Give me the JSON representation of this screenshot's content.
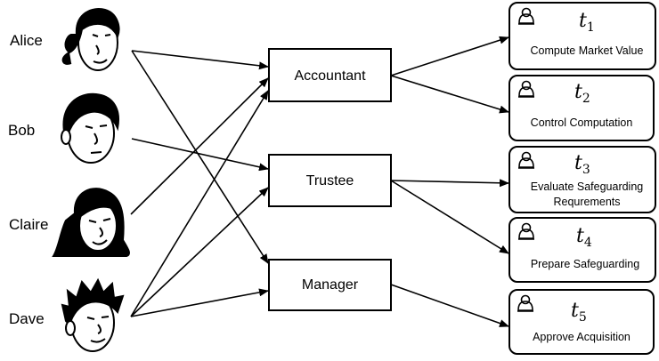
{
  "people": [
    {
      "name": "Alice"
    },
    {
      "name": "Bob"
    },
    {
      "name": "Claire"
    },
    {
      "name": "Dave"
    }
  ],
  "roles": [
    {
      "name": "Accountant"
    },
    {
      "name": "Trustee"
    },
    {
      "name": "Manager"
    }
  ],
  "tasks": [
    {
      "id_letter": "t",
      "id_sub": "1",
      "label_lines": [
        "Compute Market Value"
      ]
    },
    {
      "id_letter": "t",
      "id_sub": "2",
      "label_lines": [
        "Control Computation"
      ]
    },
    {
      "id_letter": "t",
      "id_sub": "3",
      "label_lines": [
        "Evaluate Safeguarding",
        "Requrements"
      ]
    },
    {
      "id_letter": "t",
      "id_sub": "4",
      "label_lines": [
        "Prepare Safeguarding"
      ]
    },
    {
      "id_letter": "t",
      "id_sub": "5",
      "label_lines": [
        "Approve Acquisition"
      ]
    }
  ],
  "person_role_edges": [
    [
      "Alice",
      "Accountant"
    ],
    [
      "Alice",
      "Manager"
    ],
    [
      "Bob",
      "Trustee"
    ],
    [
      "Claire",
      "Accountant"
    ],
    [
      "Dave",
      "Accountant"
    ],
    [
      "Dave",
      "Trustee"
    ],
    [
      "Dave",
      "Manager"
    ]
  ],
  "role_task_edges": [
    [
      "Accountant",
      "t1"
    ],
    [
      "Accountant",
      "t2"
    ],
    [
      "Trustee",
      "t3"
    ],
    [
      "Trustee",
      "t4"
    ],
    [
      "Manager",
      "t5"
    ]
  ],
  "icons": {
    "person_face": "face-icon",
    "task_user": "user-icon"
  },
  "colors": {
    "stroke": "#000000",
    "background": "#ffffff"
  }
}
